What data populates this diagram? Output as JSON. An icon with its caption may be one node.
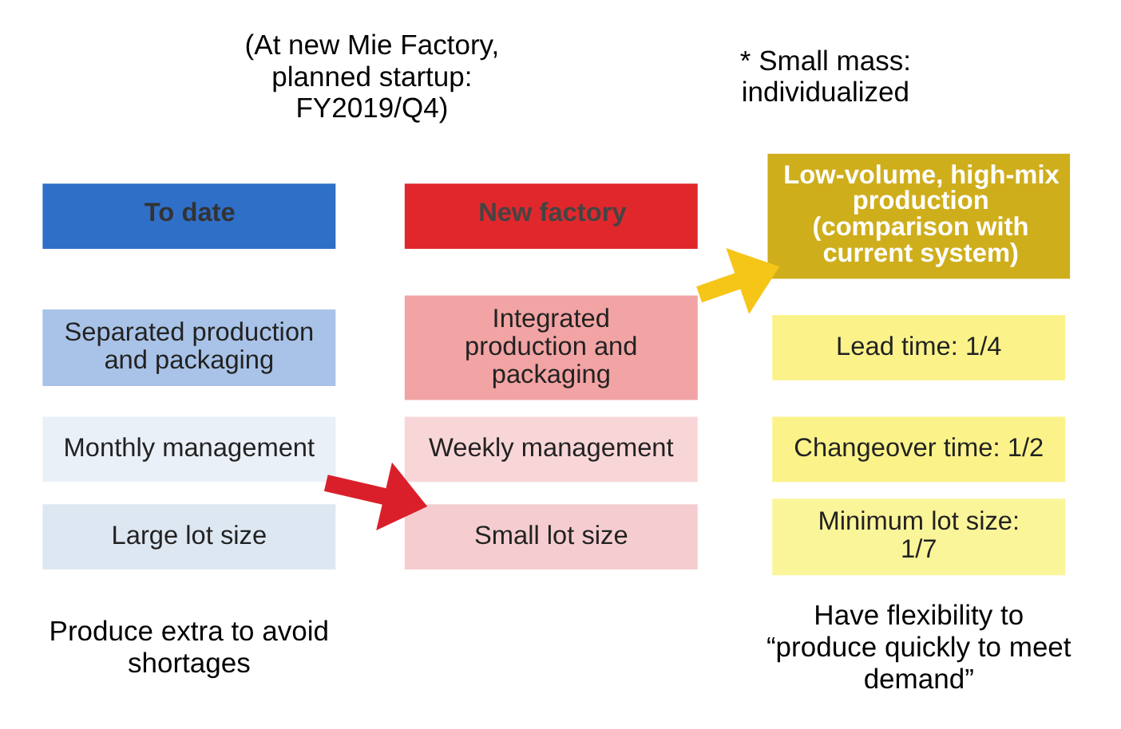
{
  "diagram": {
    "nodes": [
      {
        "text": [
          "To date"
        ]
      },
      {
        "text": [
          "Separated production and packaging"
        ]
      },
      {
        "text": [
          "Monthly management"
        ]
      },
      {
        "text": [
          "Large lot size"
        ]
      },
      {
        "text": [
          "New factory"
        ]
      },
      {
        "text": [
          "Integrated production and packaging"
        ]
      },
      {
        "text": [
          "Weekly management"
        ]
      },
      {
        "text": [
          "Small lot size"
        ]
      },
      {
        "text": [
          "Low-volume, high-mix production (comparison with current system)"
        ]
      },
      {
        "text": [
          "Lead time: 1/4"
        ]
      },
      {
        "text": [
          "Changeover time: 1/2"
        ]
      },
      {
        "text": [
          "Minimum lot size: 1/7"
        ]
      }
    ],
    "edges": [
      {
        "from": 2,
        "to": 7,
        "arrow": "to",
        "color": "#d9202a"
      },
      {
        "from": 5,
        "to": 8,
        "arrow": "to",
        "color": "#f5c518"
      }
    ],
    "labels": [
      "(At new Mie Factory, planned startup: FY2019/Q4)",
      "* Small mass: individualized",
      "Produce extra to avoid shortages",
      "Have flexibility to “produce quickly to meet demand”"
    ]
  }
}
